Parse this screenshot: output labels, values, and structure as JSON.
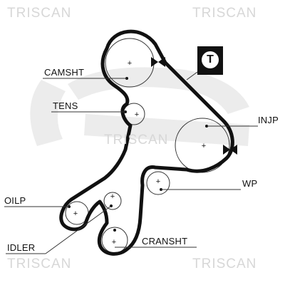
{
  "watermarks": {
    "top_left": "TRISCAN",
    "top_right": "TRISCAN",
    "center": "TRISCAN",
    "bottom_left": "TRISCAN",
    "bottom_right": "TRISCAN"
  },
  "labels": {
    "camshaft": "CAMSHT",
    "tensioner": "TENS",
    "injection_pump": "INJP",
    "water_pump": "WP",
    "oil_pump": "OILP",
    "idler": "IDLER",
    "crankshaft": "CRANSHT"
  },
  "timing_marker": "T",
  "colors": {
    "belt": "#111111",
    "outline": "#333333",
    "watermark": "#d7d7d7",
    "logo": "#ececec"
  }
}
